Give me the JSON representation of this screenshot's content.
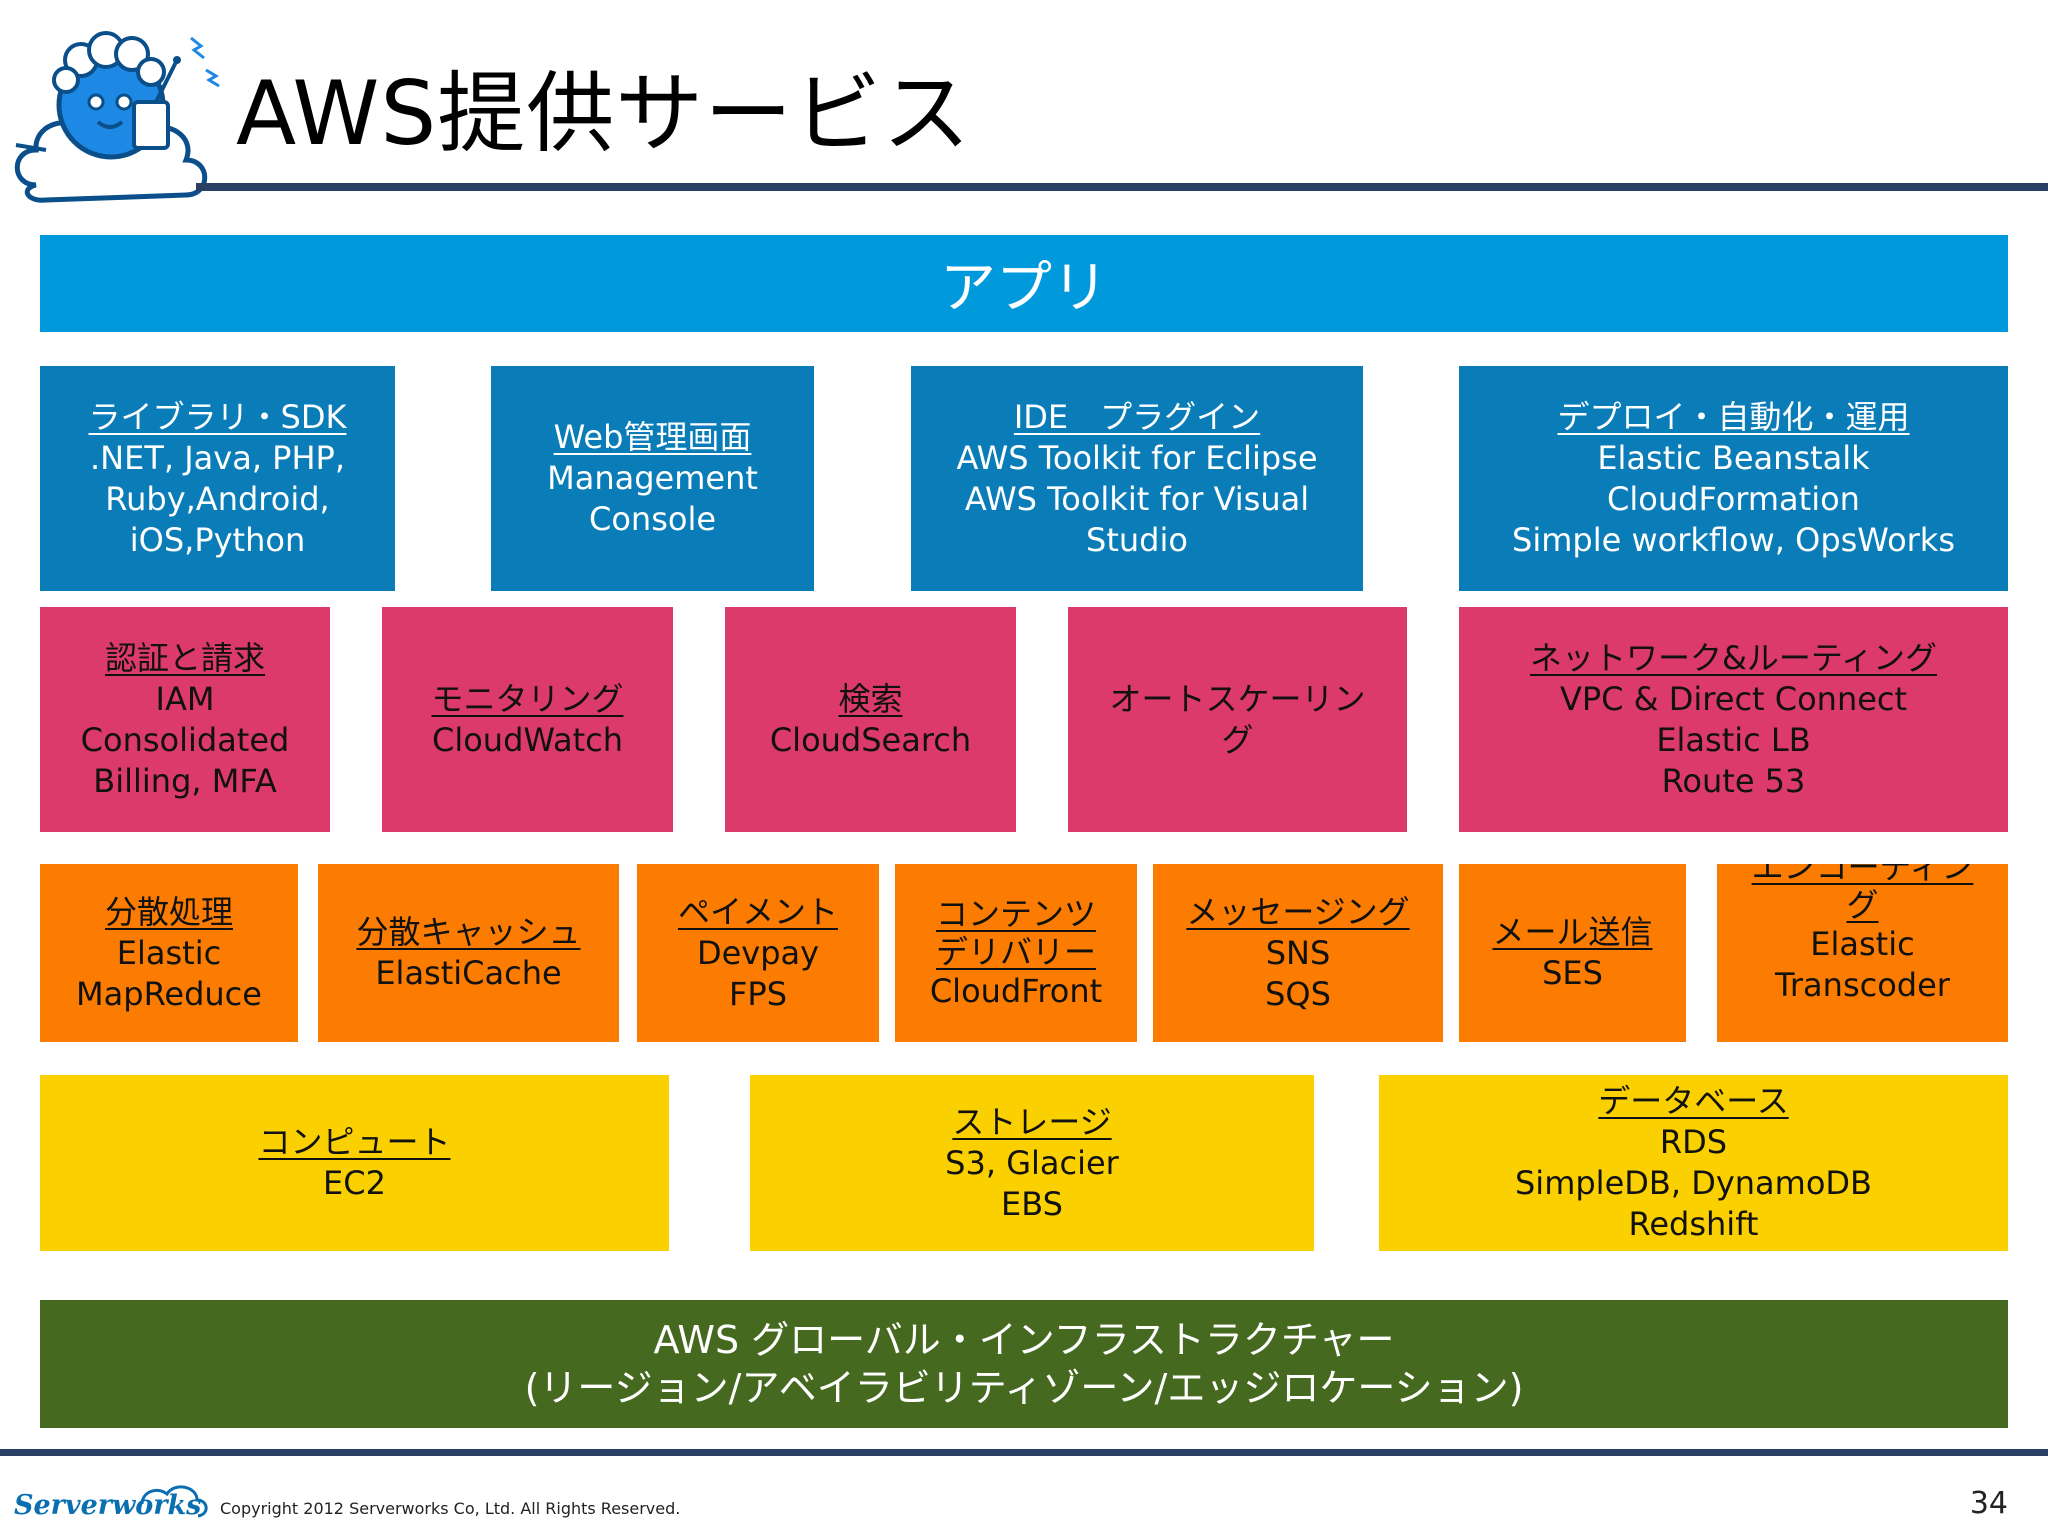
{
  "title": "AWS提供サービス",
  "app_bar": "アプリ",
  "rows": {
    "tools": [
      {
        "head": "ライブラリ・SDK",
        "lines": [
          ".NET, Java, PHP,",
          "Ruby,Android,",
          "iOS,Python"
        ]
      },
      {
        "head": "Web管理画面",
        "lines": [
          "Management",
          "Console"
        ]
      },
      {
        "head": "IDE　プラグイン",
        "lines": [
          "AWS Toolkit for Eclipse",
          "AWS Toolkit for Visual",
          "Studio"
        ]
      },
      {
        "head": "デプロイ・自動化・運用",
        "lines": [
          "Elastic Beanstalk",
          "CloudFormation",
          "Simple workflow, OpsWorks"
        ]
      }
    ],
    "management": [
      {
        "head": "認証と請求",
        "lines": [
          "IAM",
          "Consolidated",
          "Billing, MFA"
        ]
      },
      {
        "head": "モニタリング",
        "lines": [
          "CloudWatch"
        ]
      },
      {
        "head": "検索",
        "lines": [
          "CloudSearch"
        ]
      },
      {
        "head": "",
        "lines": [
          "オートスケーリン",
          "グ"
        ]
      },
      {
        "head": "ネットワーク&ルーティング",
        "lines": [
          "VPC & Direct Connect",
          "Elastic LB",
          "Route 53"
        ]
      }
    ],
    "services": [
      {
        "head": "分散処理",
        "lines": [
          "Elastic",
          "MapReduce"
        ]
      },
      {
        "head": "分散キャッシュ",
        "lines": [
          "ElastiCache"
        ]
      },
      {
        "head": "ペイメント",
        "lines": [
          "Devpay",
          "FPS"
        ]
      },
      {
        "head": "コンテンツ\nデリバリー",
        "lines": [
          "CloudFront"
        ]
      },
      {
        "head": "メッセージング",
        "lines": [
          "SNS",
          "SQS"
        ]
      },
      {
        "head": "メール送信",
        "lines": [
          "SES"
        ]
      },
      {
        "head": "エンコーディン\nグ",
        "lines": [
          "Elastic",
          "Transcoder"
        ]
      }
    ],
    "foundation": [
      {
        "head": "コンピュート",
        "lines": [
          "EC2"
        ]
      },
      {
        "head": "ストレージ",
        "lines": [
          "S3, Glacier",
          "EBS"
        ]
      },
      {
        "head": "データベース",
        "lines": [
          "RDS",
          "SimpleDB, DynamoDB",
          "Redshift"
        ]
      }
    ]
  },
  "infra_bar": [
    "AWS グローバル・インフラストラクチャー",
    "(リージョン/アベイラビリティゾーン/エッジロケーション)"
  ],
  "footer": {
    "logo": "Serverworks",
    "copyright": "Copyright 2012 Serverworks Co, Ltd. All Rights Reserved.",
    "page": "34"
  },
  "colors": {
    "app_bar": "#0099dc",
    "tools": "#0a7db8",
    "management": "#dc3a6a",
    "services": "#fb7c00",
    "foundation": "#fbd000",
    "infra": "#44691f",
    "rule": "#2a3f63"
  }
}
